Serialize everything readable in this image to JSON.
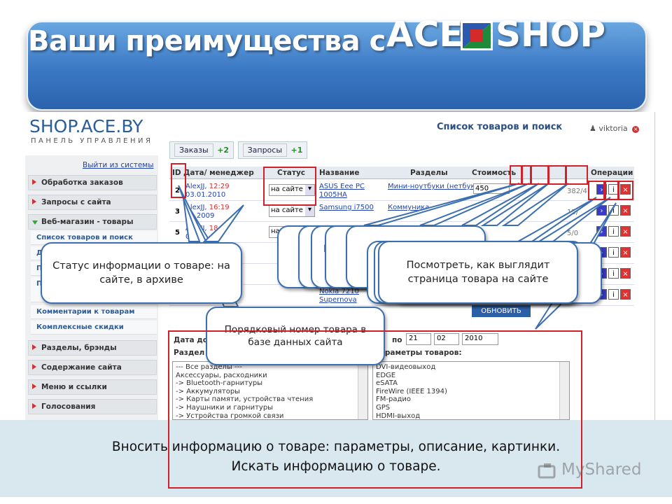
{
  "slide": {
    "title": "Ваши преимущества с",
    "brand_left": "ACE",
    "brand_right": "SHOP"
  },
  "app": {
    "logo": "SHOP.ACE.BY",
    "logo_sub": "ПАНЕЛЬ УПРАВЛЕНИЯ",
    "page_heading": "Список товаров и поиск",
    "user": "viktoria",
    "tabs": [
      {
        "label": "Заказы",
        "count": "+2"
      },
      {
        "label": "Запросы",
        "count": "+1"
      }
    ],
    "logout": "Выйти из системы",
    "sidebar": [
      "Обработка заказов",
      "Запросы с сайта",
      "Веб-магазин - товары",
      "Список товаров и поиск",
      "Д",
      "Па",
      "Па",
      "Комментарии к товарам",
      "Комплексные скидки",
      "Разделы, брэнды",
      "Содержание сайта",
      "Меню и ссылки",
      "Голосования"
    ],
    "grid": {
      "headers": [
        "ID",
        "Дата/ менеджер",
        "Статус",
        "Название",
        "Разделы",
        "Стоимость",
        "Операции"
      ],
      "rows": [
        {
          "id": "2",
          "manager": "AlexJJ,",
          "time": "12:29",
          "date": "03.01.2010",
          "status": "на сайте",
          "name1": "ASUS Eee PC",
          "name2": "1005HA",
          "section": "Мини-ноутбуки (нетбуки)",
          "cost": "450",
          "stats": "382/4"
        },
        {
          "id": "3",
          "manager": "AlexJJ,",
          "time": "16:19",
          "date": "02.2009",
          "status": "на сайте",
          "name1": "Samsung i7500",
          "name2": "",
          "section": "Коммуника",
          "cost": "",
          "stats": "15/"
        },
        {
          "id": "5",
          "manager": "AlexJJ,",
          "time": "18",
          "date": "09",
          "status": "на",
          "name1": "",
          "name2": "",
          "section": "",
          "cost": "",
          "stats": "5/0"
        },
        {
          "id": "",
          "manager": "",
          "time": "",
          "date": "",
          "status": "",
          "name1": "",
          "name2": "",
          "section": "",
          "cost": "",
          "stats": ""
        },
        {
          "id": "",
          "manager": "",
          "time": "",
          "date": "",
          "status": "",
          "name1": "Nokia 7210",
          "name2": "Supernova",
          "section": "",
          "cost": "",
          "stats": ""
        }
      ]
    },
    "update_button": "ОБНОВИТЬ",
    "filter": {
      "date_label": "Дата до",
      "sections_label": "Раздел",
      "to_label": "по",
      "day": "21",
      "month": "02",
      "year": "2010",
      "params_label": "Параметры товаров:",
      "sections": [
        "--- Все разделы ---",
        "Аксессуары, расходники",
        "-> Bluetooth-гарнитуры",
        "-> Аккумуляторы",
        "-> Карты памяти, устройства чтения",
        "-> Наушники и гарнитуры",
        "-> Устройства громкой связи"
      ],
      "params": [
        "DVI-видеовыход",
        "EDGE",
        "eSATA",
        "FireWire (IEEE 1394)",
        "FM-радио",
        "GPS",
        "HDMI-выход"
      ]
    }
  },
  "callouts": {
    "status": "Статус информации о товаре: на сайте, в архиве",
    "order_number": "Порядковый номер товара в базе данных сайта",
    "preview": "Посмотреть, как выглядит страница товара на сайте",
    "stacked_fragment": "Н"
  },
  "footer": {
    "line1": "Вносить информацию о товаре: параметры, описание, картинки.",
    "line2": "Искать  информацию о товаре."
  },
  "watermark": "MyShared"
}
